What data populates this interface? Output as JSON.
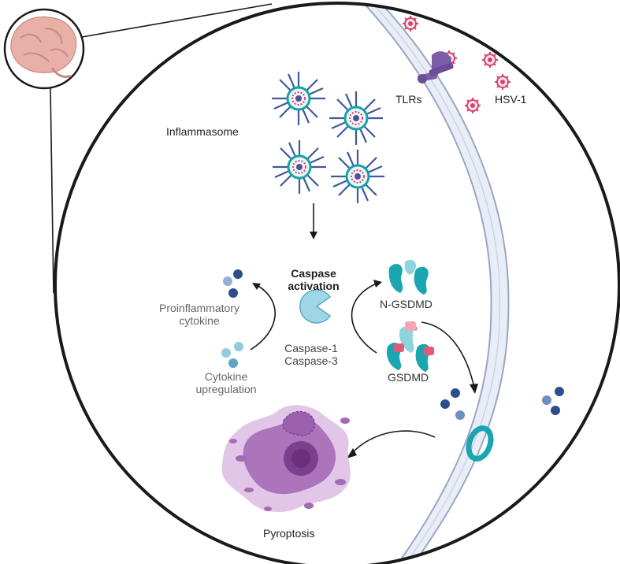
{
  "labels": {
    "tlrs": "TLRs",
    "hsv1": "HSV-1",
    "inflammasome": "Inflammasome",
    "caspase_activation_line1": "Caspase",
    "caspase_activation_line2": "activation",
    "proinflammatory_line1": "Proinflammatory",
    "proinflammatory_line2": "cytokine",
    "cytokine_up_line1": "Cytokine",
    "cytokine_up_line2": "upregulation",
    "caspase1": "Caspase-1",
    "caspase3": "Caspase-3",
    "ngsdmd": "N-GSDMD",
    "gsdmd": "GSDMD",
    "pyroptosis": "Pyroptosis"
  },
  "colors": {
    "outline": "#1a1a1a",
    "membrane_fill": "#e9edf6",
    "membrane_stroke": "#9aa6c4",
    "virus": "#d6436c",
    "tlr": "#7b5ea7",
    "inflammasome_spoke": "#3d5a9e",
    "inflammasome_core": "#17a2a8",
    "caspase": "#9fd6e6",
    "cytokine_dark": "#2c4f8c",
    "cytokine_light": "#8fcce0",
    "gsdmd_teal": "#1aa5b0",
    "gsdmd_pink": "#e05a7a",
    "pore": "#1aa5b0",
    "pyroptotic_cell": "#9c5fae",
    "brain": "#e9b0a8"
  }
}
